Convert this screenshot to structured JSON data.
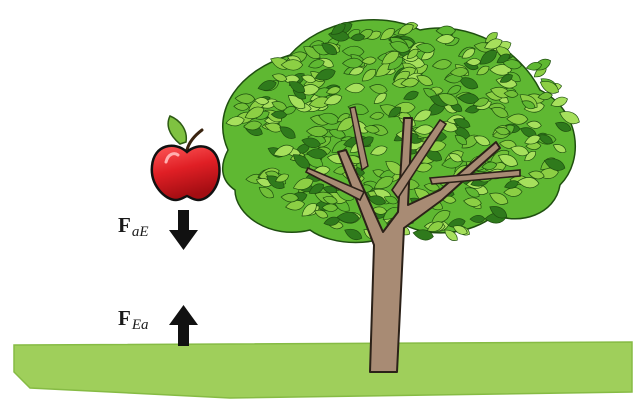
{
  "forces": [
    {
      "symbol": "F",
      "subscript": "aE",
      "direction": "down"
    },
    {
      "symbol": "F",
      "subscript": "Ea",
      "direction": "up"
    }
  ],
  "colors": {
    "ground": "#9fcf5b",
    "ground_edge": "#86bb44",
    "trunk": "#a88b74",
    "trunk_outline": "#2b2118",
    "leaf_light": "#a6e05c",
    "leaf_mid": "#5fb832",
    "leaf_dark": "#2f7a1c",
    "apple": "#e01f25",
    "apple_highlight": "#ff8080",
    "apple_leaf": "#7fc241",
    "arrow": "#111111"
  },
  "objects": [
    "tree-icon",
    "apple-icon",
    "ground"
  ]
}
